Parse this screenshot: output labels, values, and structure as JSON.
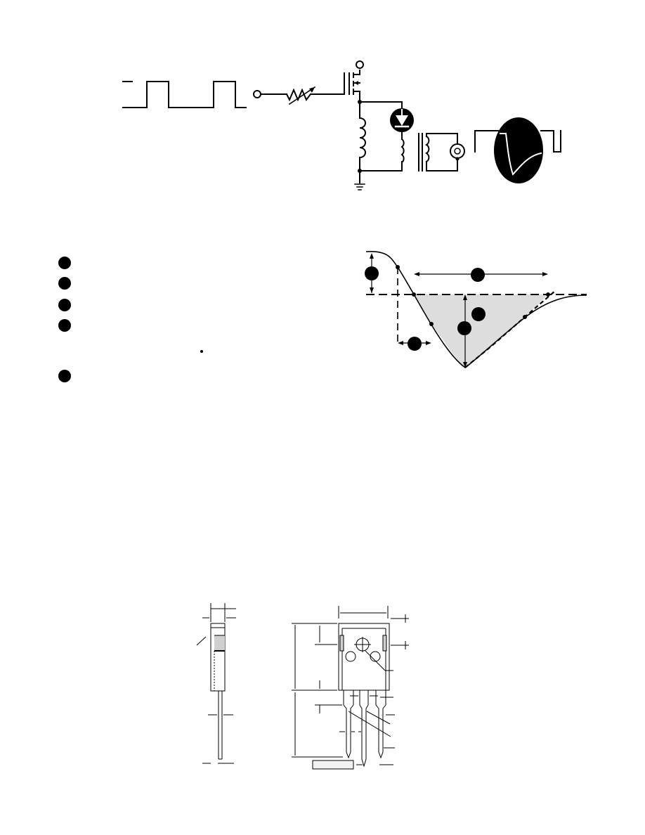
{
  "figure": {
    "test_circuit": {
      "input_pulse": "square-wave",
      "components": [
        "variable-resistor",
        "mosfet",
        "inductor",
        "diode-under-test",
        "current-transformer",
        "current-probe",
        "oscilloscope"
      ]
    },
    "waveform": {
      "callout_count": 5,
      "legend_item_count": 5,
      "shaded_region_color": "#dddddd"
    },
    "package_outline": {
      "views": [
        "side-view",
        "front-view"
      ]
    }
  },
  "colors": {
    "ink": "#000000",
    "background": "#ffffff",
    "shading": "#dddddd"
  }
}
